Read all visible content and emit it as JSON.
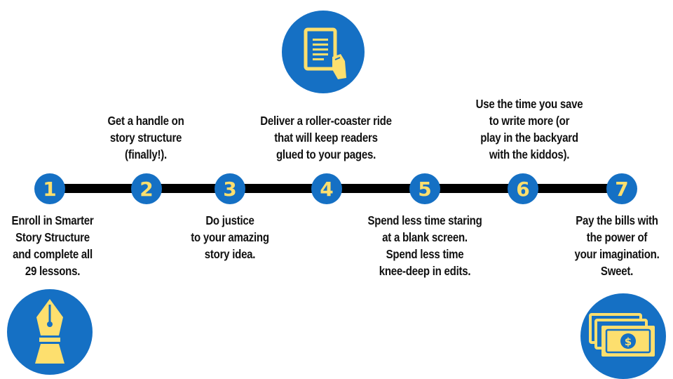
{
  "colors": {
    "accent": "#1570c4",
    "number": "#fddf6e",
    "icon_fill": "#fddf6e",
    "line": "#000000",
    "text": "#111111"
  },
  "steps": [
    {
      "number": "1",
      "text": "Enroll in Smarter\nStory Structure\nand complete all\n29 lessons."
    },
    {
      "number": "2",
      "text": "Get a handle on\nstory structure\n(finally!)."
    },
    {
      "number": "3",
      "text": "Do justice\nto your amazing\nstory idea."
    },
    {
      "number": "4",
      "text": "Deliver a roller-coaster ride\nthat will keep readers\nglued to your pages."
    },
    {
      "number": "5",
      "text": "Spend less time staring\nat a blank screen.\nSpend less time\nknee-deep in edits."
    },
    {
      "number": "6",
      "text": "Use the time you save\nto write more (or\nplay in the backyard\nwith the kiddos)."
    },
    {
      "number": "7",
      "text": "Pay the bills with\nthe power of\nyour imagination.\nSweet."
    }
  ],
  "icons": {
    "pen": "fountain-pen-icon",
    "tablet": "tablet-reading-icon",
    "money": "money-stack-icon",
    "money_symbol": "$"
  }
}
